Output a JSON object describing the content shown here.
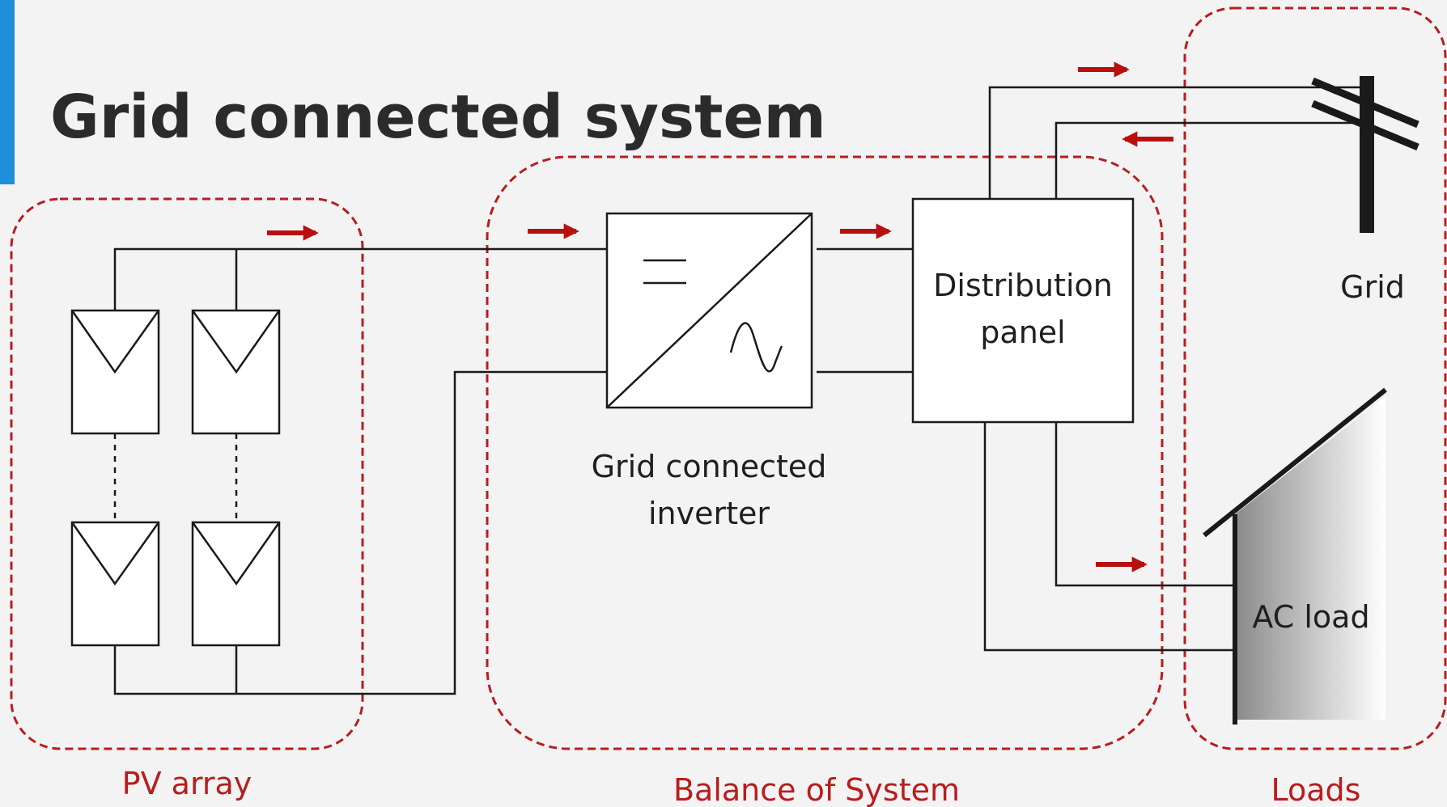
{
  "title": "Grid connected system",
  "labels": {
    "inverter_line1": "Grid connected",
    "inverter_line2": "inverter",
    "panel_line1": "Distribution",
    "panel_line2": "panel",
    "grid": "Grid",
    "ac_load": "AC load"
  },
  "groups": {
    "pv_array": "PV array",
    "balance_of_system": "Balance of System",
    "loads": "Loads"
  },
  "colors": {
    "background": "#f3f3f3",
    "accent_bar": "#1e8fd8",
    "group_outline": "#b81d1d",
    "flow_arrow": "#b80f0f",
    "group_label": "#b81d1d"
  },
  "icons": {
    "inverter_dc_symbol": "dc-symbol-icon",
    "inverter_ac_symbol": "sine-wave-icon",
    "grid": "utility-pole-icon",
    "ac_load": "house-icon",
    "pv_module": "solar-module-icon"
  }
}
